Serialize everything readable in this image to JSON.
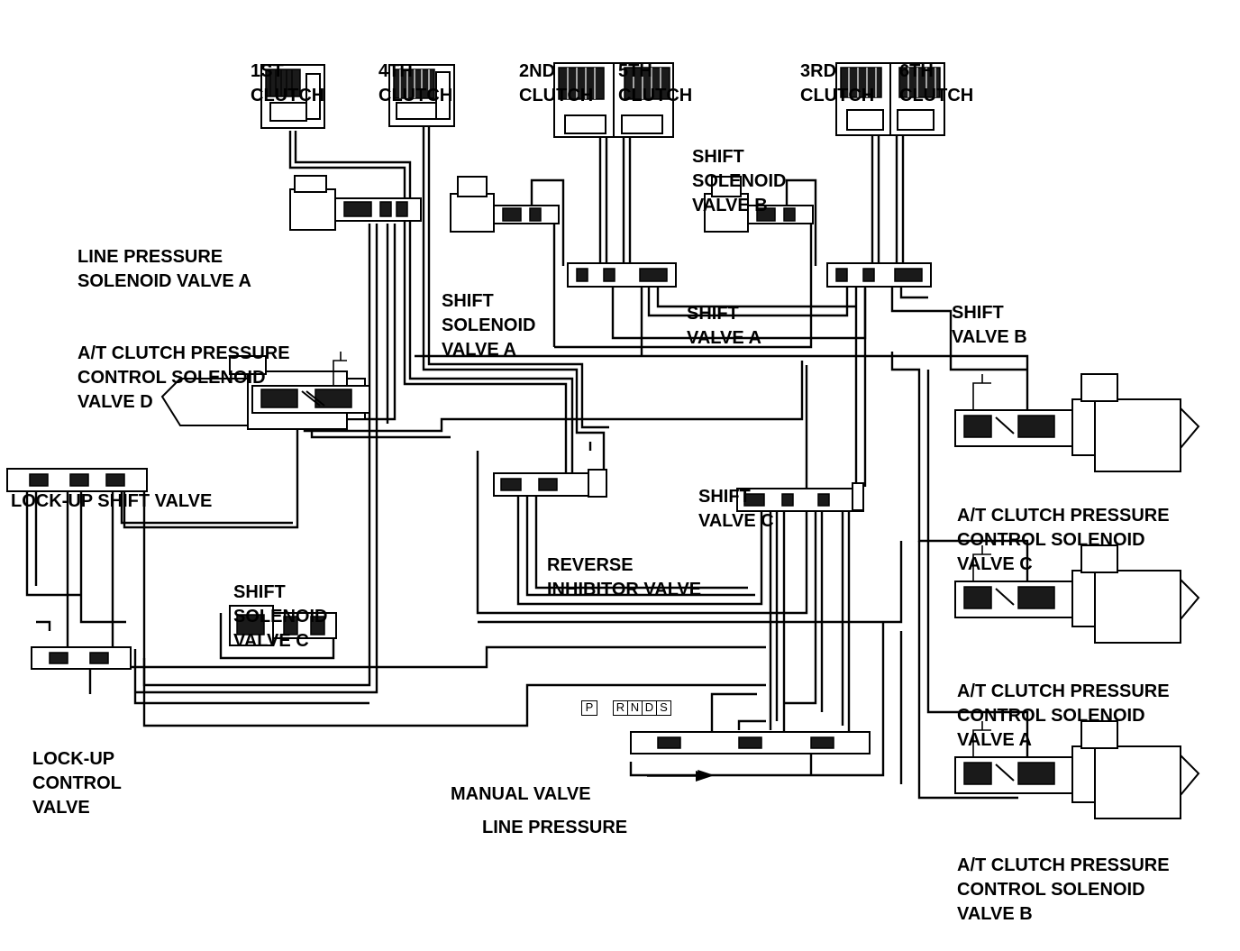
{
  "labels": {
    "clutch_1st": [
      "1ST",
      "CLUTCH"
    ],
    "clutch_4th": [
      "4TH",
      "CLUTCH"
    ],
    "clutch_2nd": [
      "2ND",
      "CLUTCH"
    ],
    "clutch_5th": [
      "5TH",
      "CLUTCH"
    ],
    "clutch_3rd": [
      "3RD",
      "CLUTCH"
    ],
    "clutch_6th": [
      "6TH",
      "CLUTCH"
    ],
    "shift_solenoid_b": [
      "SHIFT",
      "SOLENOID",
      "VALVE B"
    ],
    "line_pressure_solenoid_a": [
      "LINE PRESSURE",
      "SOLENOID VALVE A"
    ],
    "shift_solenoid_a": [
      "SHIFT",
      "SOLENOID",
      "VALVE A"
    ],
    "shift_valve_a": [
      "SHIFT",
      "VALVE A"
    ],
    "shift_valve_b": [
      "SHIFT",
      "VALVE B"
    ],
    "at_clutch_pc_solenoid_d": [
      "A/T CLUTCH PRESSURE",
      "CONTROL SOLENOID",
      "VALVE D"
    ],
    "lockup_shift_valve": [
      "LOCK-UP SHIFT VALVE"
    ],
    "shift_valve_c": [
      "SHIFT",
      "VALVE C"
    ],
    "at_clutch_pc_solenoid_c": [
      "A/T CLUTCH PRESSURE",
      "CONTROL SOLENOID",
      "VALVE C"
    ],
    "reverse_inhibitor_valve": [
      "REVERSE",
      "INHIBITOR VALVE"
    ],
    "shift_solenoid_c": [
      "SHIFT",
      "SOLENOID",
      "VALVE C"
    ],
    "at_clutch_pc_solenoid_a": [
      "A/T CLUTCH PRESSURE",
      "CONTROL SOLENOID",
      "VALVE A"
    ],
    "lockup_control_valve": [
      "LOCK-",
      "UP",
      "CONTROL",
      "VALVE"
    ],
    "manual_valve": [
      "MANUAL VALVE"
    ],
    "line_pressure": [
      "LINE PRESSURE"
    ],
    "at_clutch_pc_solenoid_b": [
      "A/T CLUTCH PRESSURE",
      "CONTROL SOLENOID",
      "VALVE B"
    ]
  },
  "lockup_control_lines": [
    "LOCK-UP",
    "CONTROL",
    "VALVE"
  ],
  "selector_positions": [
    "P",
    "R",
    "N",
    "D",
    "S"
  ]
}
